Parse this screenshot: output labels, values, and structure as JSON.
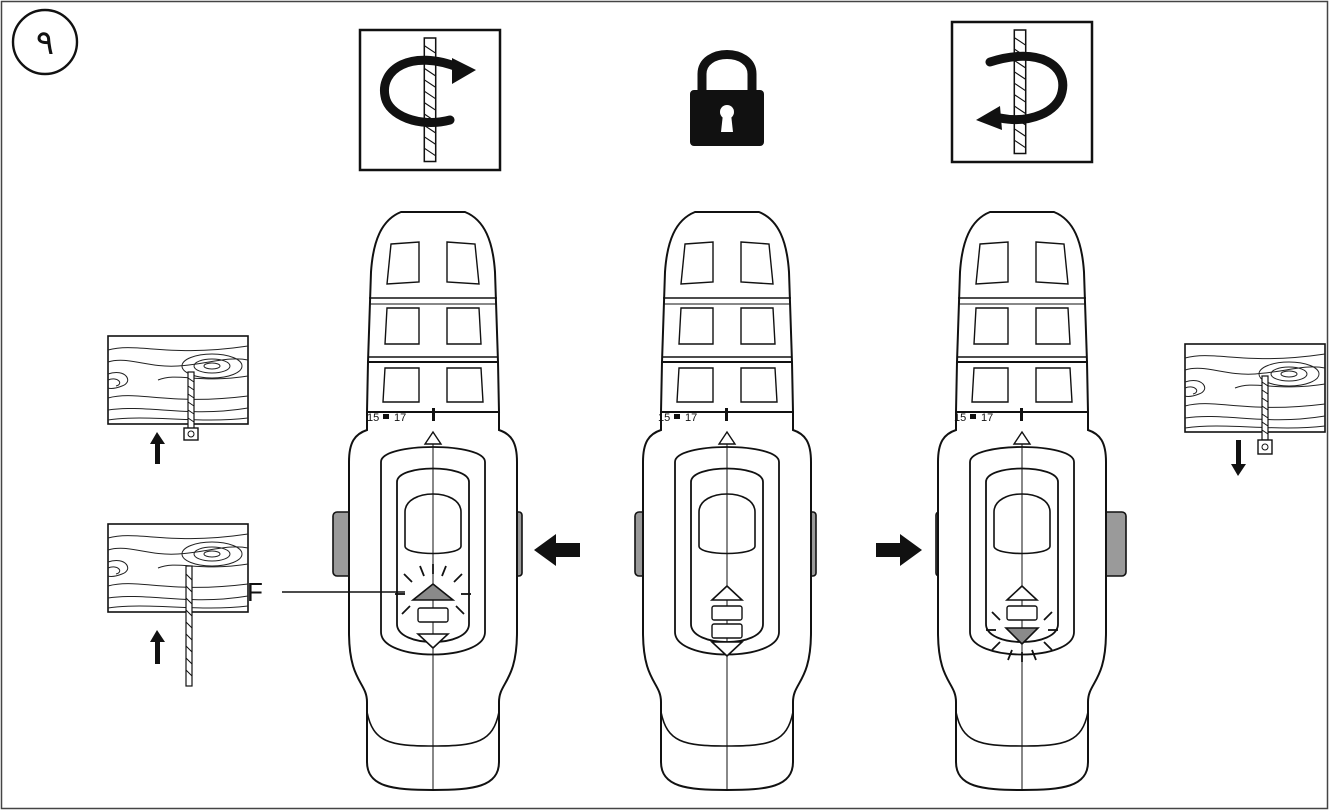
{
  "figure": {
    "number": "٩",
    "callout_label": "F"
  },
  "icons": {
    "left": "rotate-clockwise-drill-bit-icon",
    "center": "padlock-icon",
    "right": "rotate-counterclockwise-drill-bit-icon"
  },
  "drills": [
    {
      "id": "left",
      "state": "forward",
      "torque_left": "15",
      "torque_right": "17",
      "torque_mark": "I",
      "indicator_lit": "top"
    },
    {
      "id": "center",
      "state": "lock",
      "torque_left": "15",
      "torque_right": "17",
      "torque_mark": "I",
      "indicator_lit": "none"
    },
    {
      "id": "right",
      "state": "reverse",
      "torque_left": "15",
      "torque_right": "17",
      "torque_mark": "I",
      "indicator_lit": "bottom"
    }
  ],
  "arrows": {
    "to_left": "arrow-left-icon",
    "to_right": "arrow-right-icon"
  },
  "wood_examples": [
    {
      "name": "screw-driven-in",
      "arrow": "up"
    },
    {
      "name": "drill-bit-in",
      "arrow": "up"
    },
    {
      "name": "screw-removed",
      "arrow": "down"
    }
  ],
  "colors": {
    "ink": "#111111",
    "lit_indicator": "#8a8a8a",
    "side_tab": "#9a9a9a"
  }
}
